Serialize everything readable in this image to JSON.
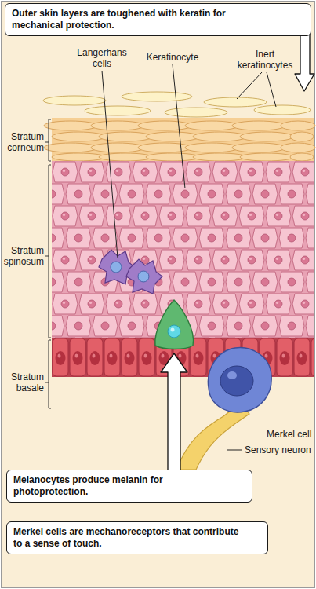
{
  "diagram": {
    "nodes": [
      {
        "text": [
          "Outer skin layers are toughened with keratin for mechanical protection."
        ]
      },
      {
        "text": [
          "Melanocytes produce melanin for photoprotection."
        ]
      },
      {
        "text": [
          "Merkel cells are mechanoreceptors that contribute to a sense of touch."
        ]
      }
    ],
    "labels": [
      "Langerhans cells",
      "Keratinocyte",
      "Inert keratinocytes",
      "Stratum corneum",
      "Stratum spinosum",
      "Stratum basale",
      "Merkel cell",
      "Sensory neuron"
    ]
  }
}
